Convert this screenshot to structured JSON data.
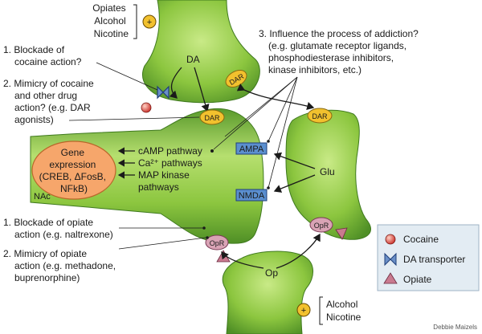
{
  "top_drugs": [
    "Opiates",
    "Alcohol",
    "Nicotine"
  ],
  "bottom_drugs": [
    "Alcohol",
    "Nicotine"
  ],
  "labels": {
    "da": "DA",
    "dar": "DAR",
    "ampa": "AMPA",
    "nmda": "NMDA",
    "opr": "OpR",
    "glu": "Glu",
    "op": "Op",
    "nac": "NAc",
    "plus": "+"
  },
  "gene_expression": [
    "Gene",
    "expression",
    "(CREB, ΔFosB,",
    "NFkB)"
  ],
  "pathways": [
    "cAMP pathway",
    "Ca²⁺ pathways",
    "MAP kinase",
    "pathways"
  ],
  "left_notes": [
    [
      "1. Blockade of",
      "cocaine action?"
    ],
    [
      "2. Mimicry of cocaine",
      "and other drug",
      "action? (e.g. DAR",
      "agonists)"
    ],
    [
      "1. Blockade of opiate",
      "action (e.g. naltrexone)"
    ],
    [
      "2. Mimicry of opiate",
      "action (e.g. methadone,",
      "buprenorphine)"
    ]
  ],
  "addiction_note": [
    "3. Influence the process of addiction?",
    "(e.g. glutamate receptor ligands,",
    "phosphodiesterase inhibitors,",
    "kinase inhibitors, etc.)"
  ],
  "legend": [
    {
      "label": "Cocaine",
      "icon": "cocaine-icon"
    },
    {
      "label": "DA transporter",
      "icon": "da-transporter-icon"
    },
    {
      "label": "Opiate",
      "icon": "opiate-icon"
    }
  ],
  "credit": "Debbie Maizels",
  "colors": {
    "neuron_green": "#8cc63f",
    "neuron_dark": "#3f7a1e",
    "receptor_yellow": "#f2c12e",
    "receptor_box_blue": "#5b8fcf",
    "gene_orange": "#f6a66b",
    "opr_pink": "#d9a3b5",
    "cocaine_red": "#d9453a",
    "opiate_pink": "#c97a8f",
    "legend_bg": "#e3ecf3"
  }
}
